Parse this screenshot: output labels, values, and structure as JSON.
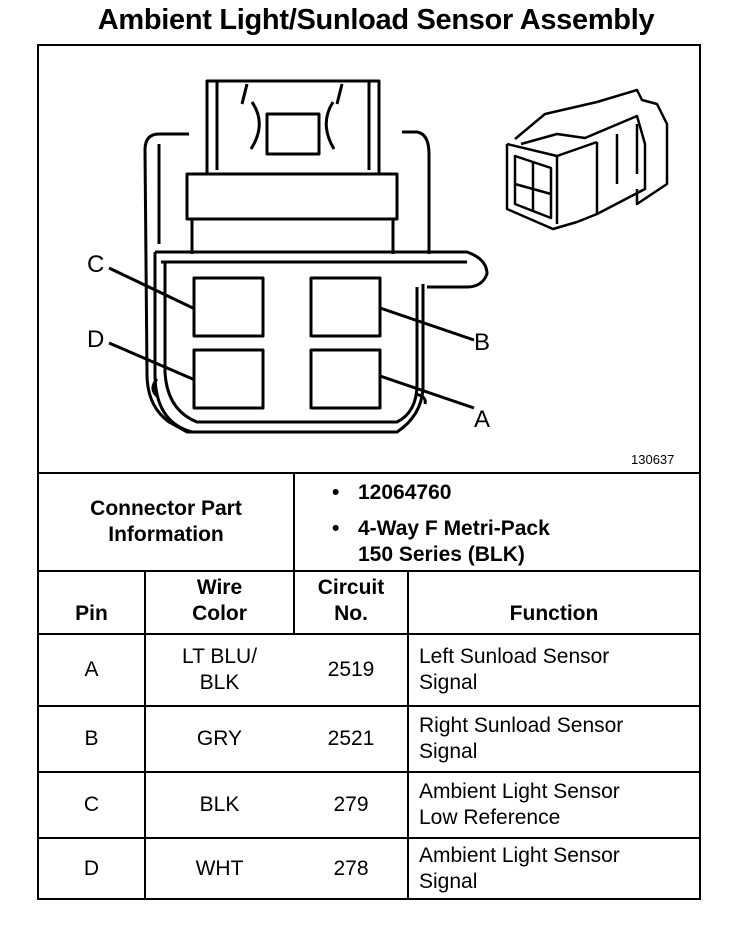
{
  "title": "Ambient Light/Sunload Sensor Assembly",
  "figure_number": "130637",
  "pin_callouts": [
    "C",
    "D",
    "B",
    "A"
  ],
  "connector": {
    "label_line1": "Connector Part",
    "label_line2": "Information",
    "part_number": "12064760",
    "description_line1": "4-Way F Metri-Pack",
    "description_line2": "150 Series (BLK)",
    "bullet": "•"
  },
  "table": {
    "headers": {
      "pin": "Pin",
      "wire_color_1": "Wire",
      "wire_color_2": "Color",
      "circuit_1": "Circuit",
      "circuit_2": "No.",
      "function": "Function"
    },
    "rows": [
      {
        "pin": "A",
        "wire1": "LT BLU/",
        "wire2": "BLK",
        "circuit": "2519",
        "fn1": "Left Sunload Sensor",
        "fn2": "Signal"
      },
      {
        "pin": "B",
        "wire1": "GRY",
        "wire2": "",
        "circuit": "2521",
        "fn1": "Right Sunload Sensor",
        "fn2": "Signal"
      },
      {
        "pin": "C",
        "wire1": "BLK",
        "wire2": "",
        "circuit": "279",
        "fn1": "Ambient Light Sensor",
        "fn2": "Low Reference"
      },
      {
        "pin": "D",
        "wire1": "WHT",
        "wire2": "",
        "circuit": "278",
        "fn1": "Ambient Light Sensor",
        "fn2": "Signal"
      }
    ]
  }
}
